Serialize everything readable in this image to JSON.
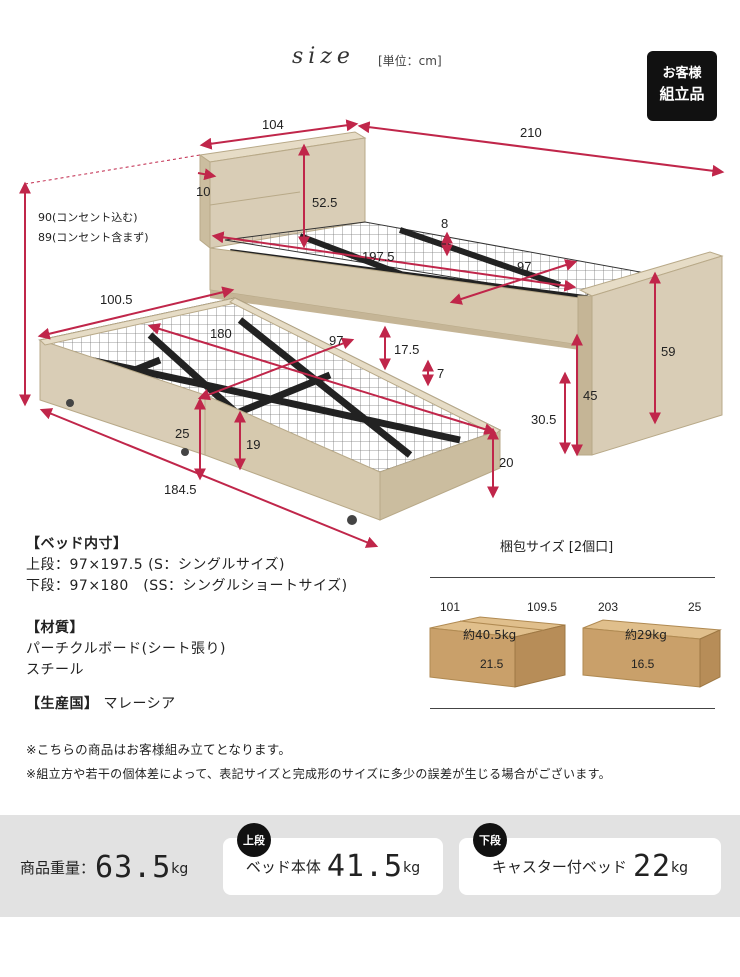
{
  "header": {
    "title": "size",
    "unit": "[単位：cm]",
    "badge_line1": "お客様",
    "badge_line2": "組立品"
  },
  "diagram": {
    "headboard_width": "104",
    "total_length": "210",
    "headboard_thickness": "10",
    "headboard_height": "52.5",
    "height_with_outlet": "90(コンセント込む)",
    "height_without_outlet": "89(コンセント含まず)",
    "upper_mattress_depth": "8",
    "upper_inner_length": "197.5",
    "upper_inner_width": "97",
    "lower_outer_width": "100.5",
    "lower_inner_length": "180",
    "lower_inner_width": "97",
    "upper_floor_clearance": "17.5",
    "lower_mattress_depth": "7",
    "footboard_height": "59",
    "upper_side_height": "45",
    "lower_side_offset": "30.5",
    "lower_height_small": "25",
    "lower_frame_height": "19",
    "lower_total_height": "20",
    "lower_outer_length": "184.5"
  },
  "specs": {
    "inner_heading": "【ベッド内寸】",
    "upper_size": "上段：97×197.5 (S：シングルサイズ)",
    "lower_size": "下段：97×180　(SS：シングルショートサイズ)",
    "material_heading": "【材質】",
    "material_1": "パーチクルボード(シート張り)",
    "material_2": "スチール",
    "origin_heading": "【生産国】",
    "origin_value": "マレーシア"
  },
  "packages": {
    "title": "梱包サイズ [2個口]",
    "items": [
      {
        "length": "101",
        "width": "109.5",
        "weight": "約40.5kg",
        "height": "21.5"
      },
      {
        "length": "203",
        "width": "25",
        "weight": "約29kg",
        "height": "16.5"
      }
    ]
  },
  "notes": [
    "※こちらの商品はお客様組み立てとなります。",
    "※組立方や若干の個体差によって、表記サイズと完成形のサイズに多少の誤差が生じる場合がございます。"
  ],
  "weights": {
    "total_label": "商品重量：",
    "total_value": "63.5",
    "upper_badge": "上段",
    "upper_label": "ベッド本体",
    "upper_value": "41.5",
    "lower_badge": "下段",
    "lower_label": "キャスター付ベッド",
    "lower_value": "22",
    "unit": "kg"
  },
  "colors": {
    "wood": "#d9cdb6",
    "dimension_line": "#c0264a",
    "box": "#c9a06a"
  }
}
